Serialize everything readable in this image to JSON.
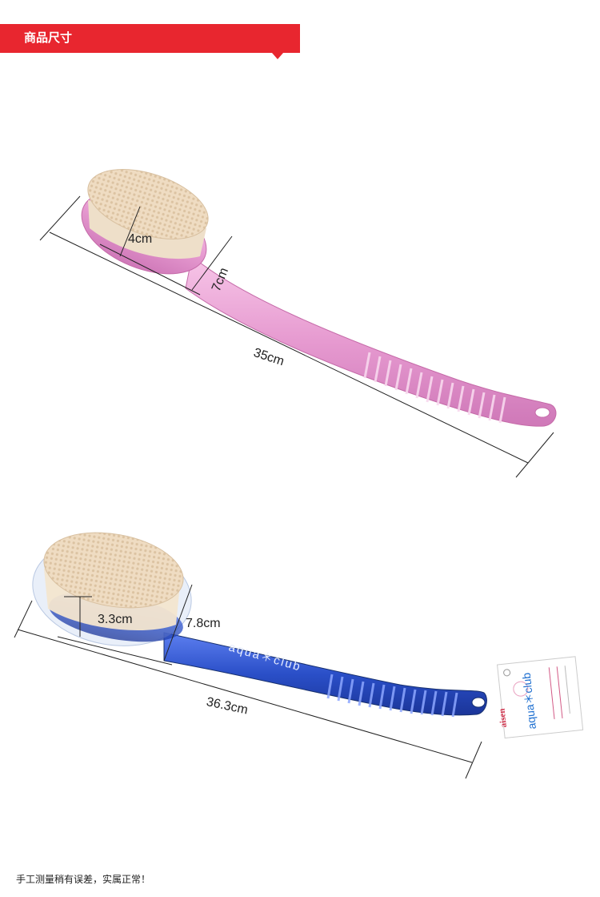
{
  "header": {
    "title": "商品尺寸"
  },
  "brush_pink": {
    "length": "35cm",
    "head_width": "7cm",
    "bristle_height": "4cm",
    "color": "#e69ad0"
  },
  "brush_blue": {
    "length": "36.3cm",
    "head_width": "7.8cm",
    "bristle_height": "3.3cm",
    "color": "#2a4fc8",
    "handle_text": "aqua＊club",
    "tag": {
      "brand": "aisen",
      "product": "aqua＊club"
    }
  },
  "footer": {
    "note": "手工测量稍有误差，实属正常！"
  }
}
